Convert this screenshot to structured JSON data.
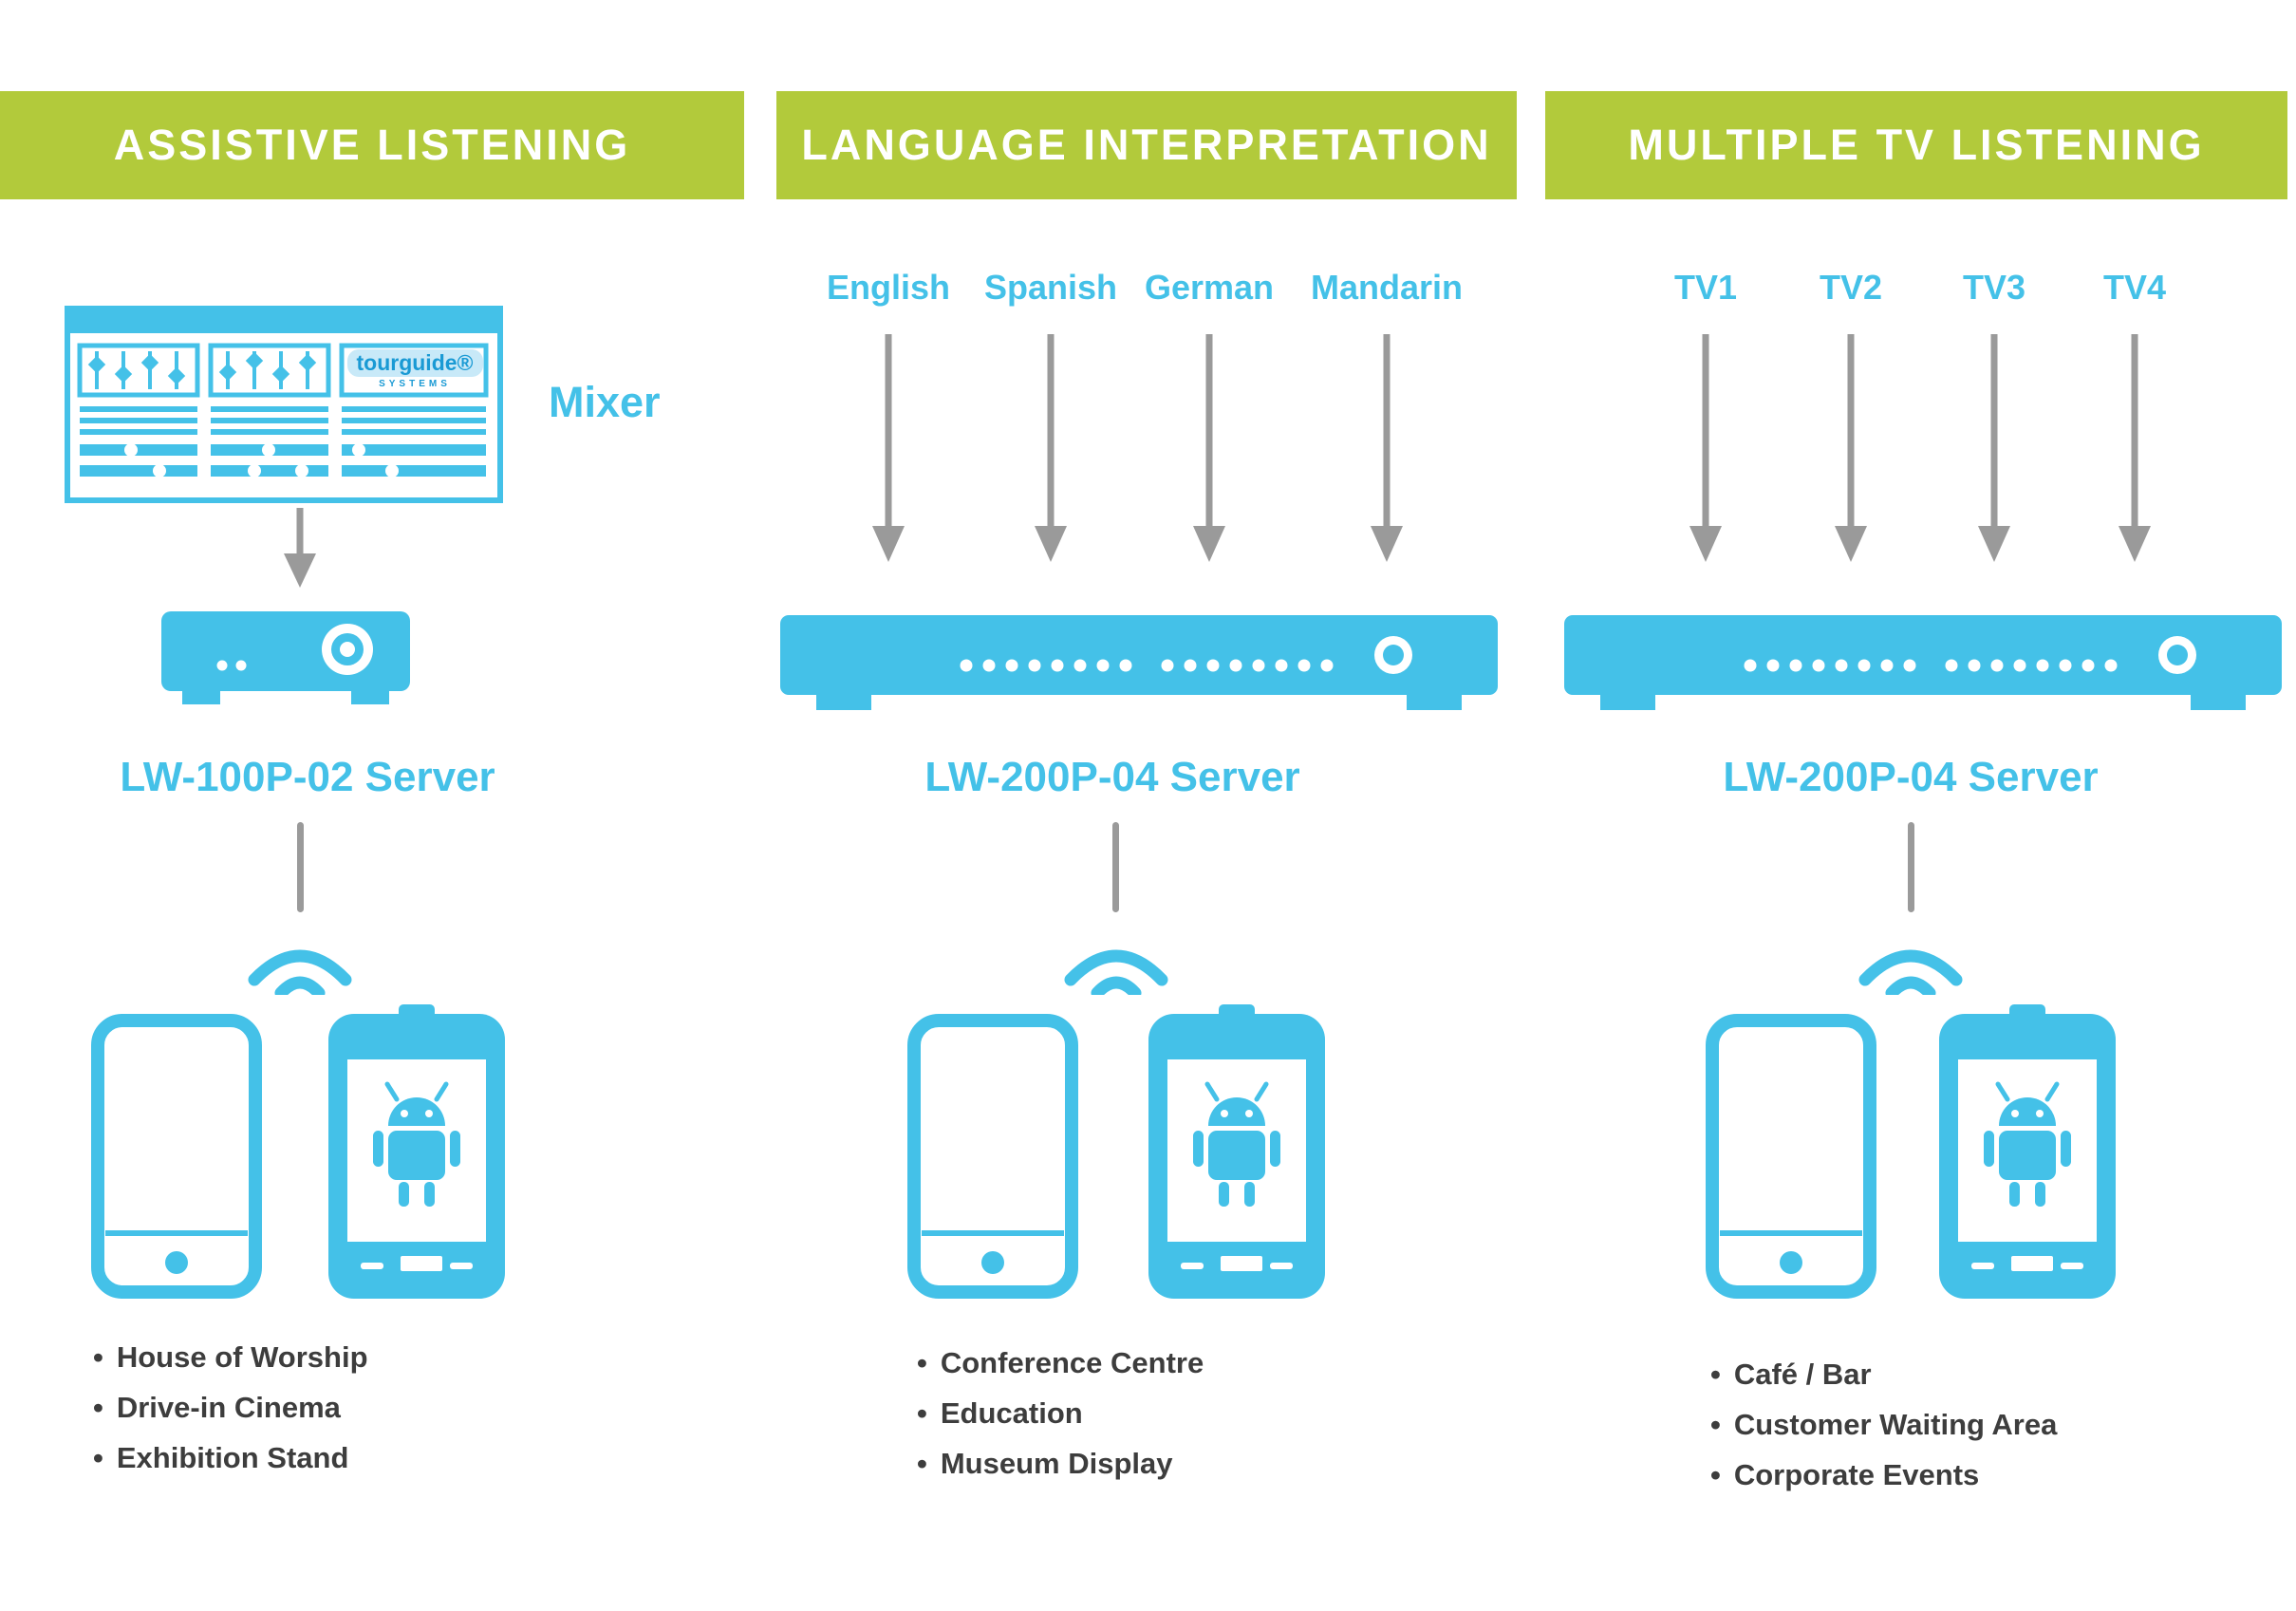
{
  "colors": {
    "green": "#b2ca3b",
    "blue": "#44c1e8",
    "gray": "#9a9a9a",
    "dark": "#3d3d3d"
  },
  "icons": {
    "mixer-icon": "svg mixing console with faders and sliders",
    "down-arrow-icon": "gray vertical arrow, triangle head",
    "server-device-icon": "blue audio server box with knob",
    "wifi-signal-icon": "two blue nested arcs",
    "phone-icon": "outlined smartphone with home button",
    "android-phone-icon": "solid blue smartphone with android robot on screen",
    "android-robot-icon": "android mascot",
    "power-knob-icon": "white concentric circles knob"
  },
  "columns": [
    {
      "header": "ASSISTIVE LISTENING",
      "source": {
        "type": "mixer",
        "label": "Mixer",
        "logo_text": "tourguide®",
        "logo_subtext": "SYSTEMS"
      },
      "server": {
        "label": "LW-100P-02 Server"
      },
      "applications": [
        "House of Worship",
        "Drive-in Cinema",
        "Exhibition Stand"
      ]
    },
    {
      "header": "LANGUAGE INTERPRETATION",
      "inputs": [
        "English",
        "Spanish",
        "German",
        "Mandarin"
      ],
      "server": {
        "label": "LW-200P-04 Server"
      },
      "applications": [
        "Conference Centre",
        "Education",
        "Museum Display"
      ]
    },
    {
      "header": "MULTIPLE TV LISTENING",
      "inputs": [
        "TV1",
        "TV2",
        "TV3",
        "TV4"
      ],
      "server": {
        "label": "LW-200P-04 Server"
      },
      "applications": [
        "Café / Bar",
        "Customer Waiting Area",
        "Corporate Events"
      ]
    }
  ]
}
